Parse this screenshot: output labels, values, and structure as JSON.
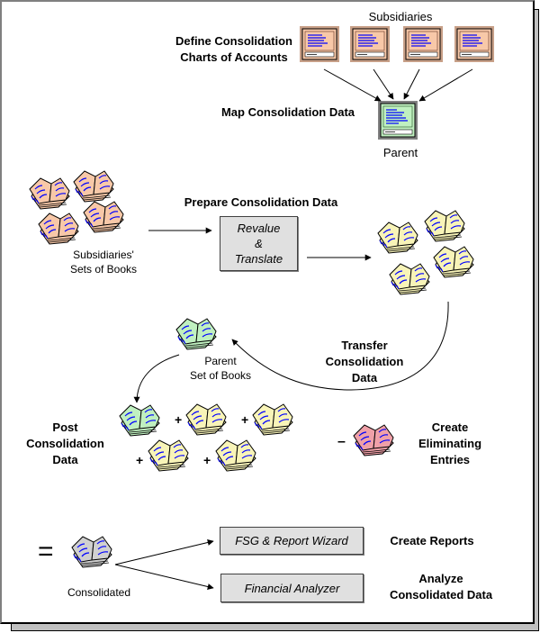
{
  "labels": {
    "define_coa_line1": "Define Consolidation",
    "define_coa_line2": "Charts of Accounts",
    "subsidiaries": "Subsidiaries",
    "map_data": "Map Consolidation Data",
    "parent": "Parent",
    "prepare_data": "Prepare Consolidation Data",
    "subs_books_line1": "Subsidiaries'",
    "subs_books_line2": "Sets of Books",
    "transfer_line1": "Transfer",
    "transfer_line2": "Consolidation",
    "transfer_line3": "Data",
    "parent_books_line1": "Parent",
    "parent_books_line2": "Set of Books",
    "post_line1": "Post",
    "post_line2": "Consolidation",
    "post_line3": "Data",
    "elim_line1": "Create",
    "elim_line2": "Eliminating",
    "elim_line3": "Entries",
    "consolidated": "Consolidated",
    "create_reports": "Create Reports",
    "analyze_line1": "Analyze",
    "analyze_line2": "Consolidated Data"
  },
  "processes": {
    "revalue_line1": "Revalue",
    "revalue_line2": "&",
    "revalue_line3": "Translate",
    "fsg": "FSG & Report Wizard",
    "analyzer": "Financial Analyzer"
  },
  "operators": {
    "plus": "+",
    "minus": "–",
    "equals": "="
  },
  "colors": {
    "subsidiary": "#f8c8a8",
    "parent": "#c0f0c0",
    "translated": "#f8f4b8",
    "eliminating": "#f0a0a8",
    "consolidated": "#d0d0d0",
    "ink": "#0000ff"
  }
}
